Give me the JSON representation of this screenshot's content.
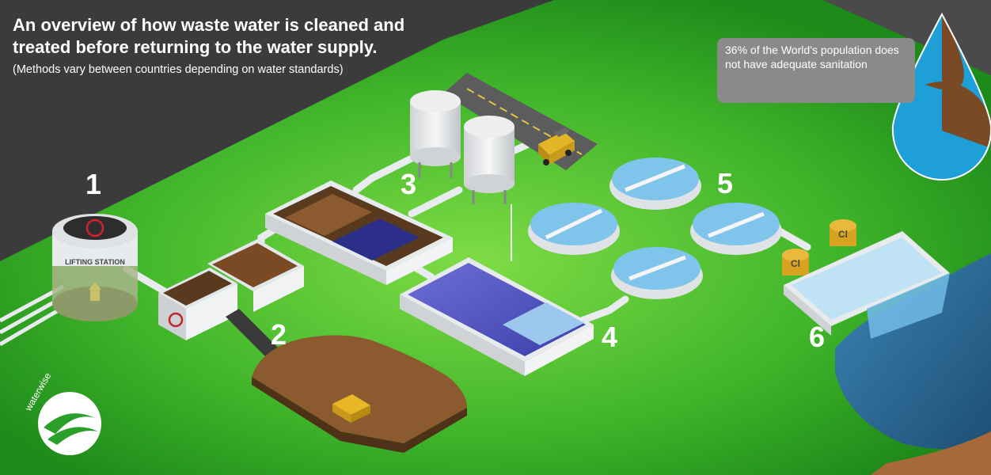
{
  "title": "An overview of how waste water is cleaned and treated before returning to the water supply.",
  "subtitle": "(Methods vary between countries depending on water standards)",
  "stat_text": "36% of the World’s population does not have adequate sanitation",
  "stat_percent": 36,
  "steps": [
    "1",
    "2",
    "3",
    "4",
    "5",
    "6"
  ],
  "lifting_station_label": "LIFTING STATION",
  "chlorine_label": "Cl",
  "logo_text": "waterwise",
  "colors": {
    "ground_green": "#3fbf2c",
    "ground_dark": "#208a18",
    "background_gray": "#3a3a3a",
    "water_blue": "#1e9fd8",
    "sludge_brown": "#7a4a24",
    "lake_blue": "#2a6b95"
  }
}
